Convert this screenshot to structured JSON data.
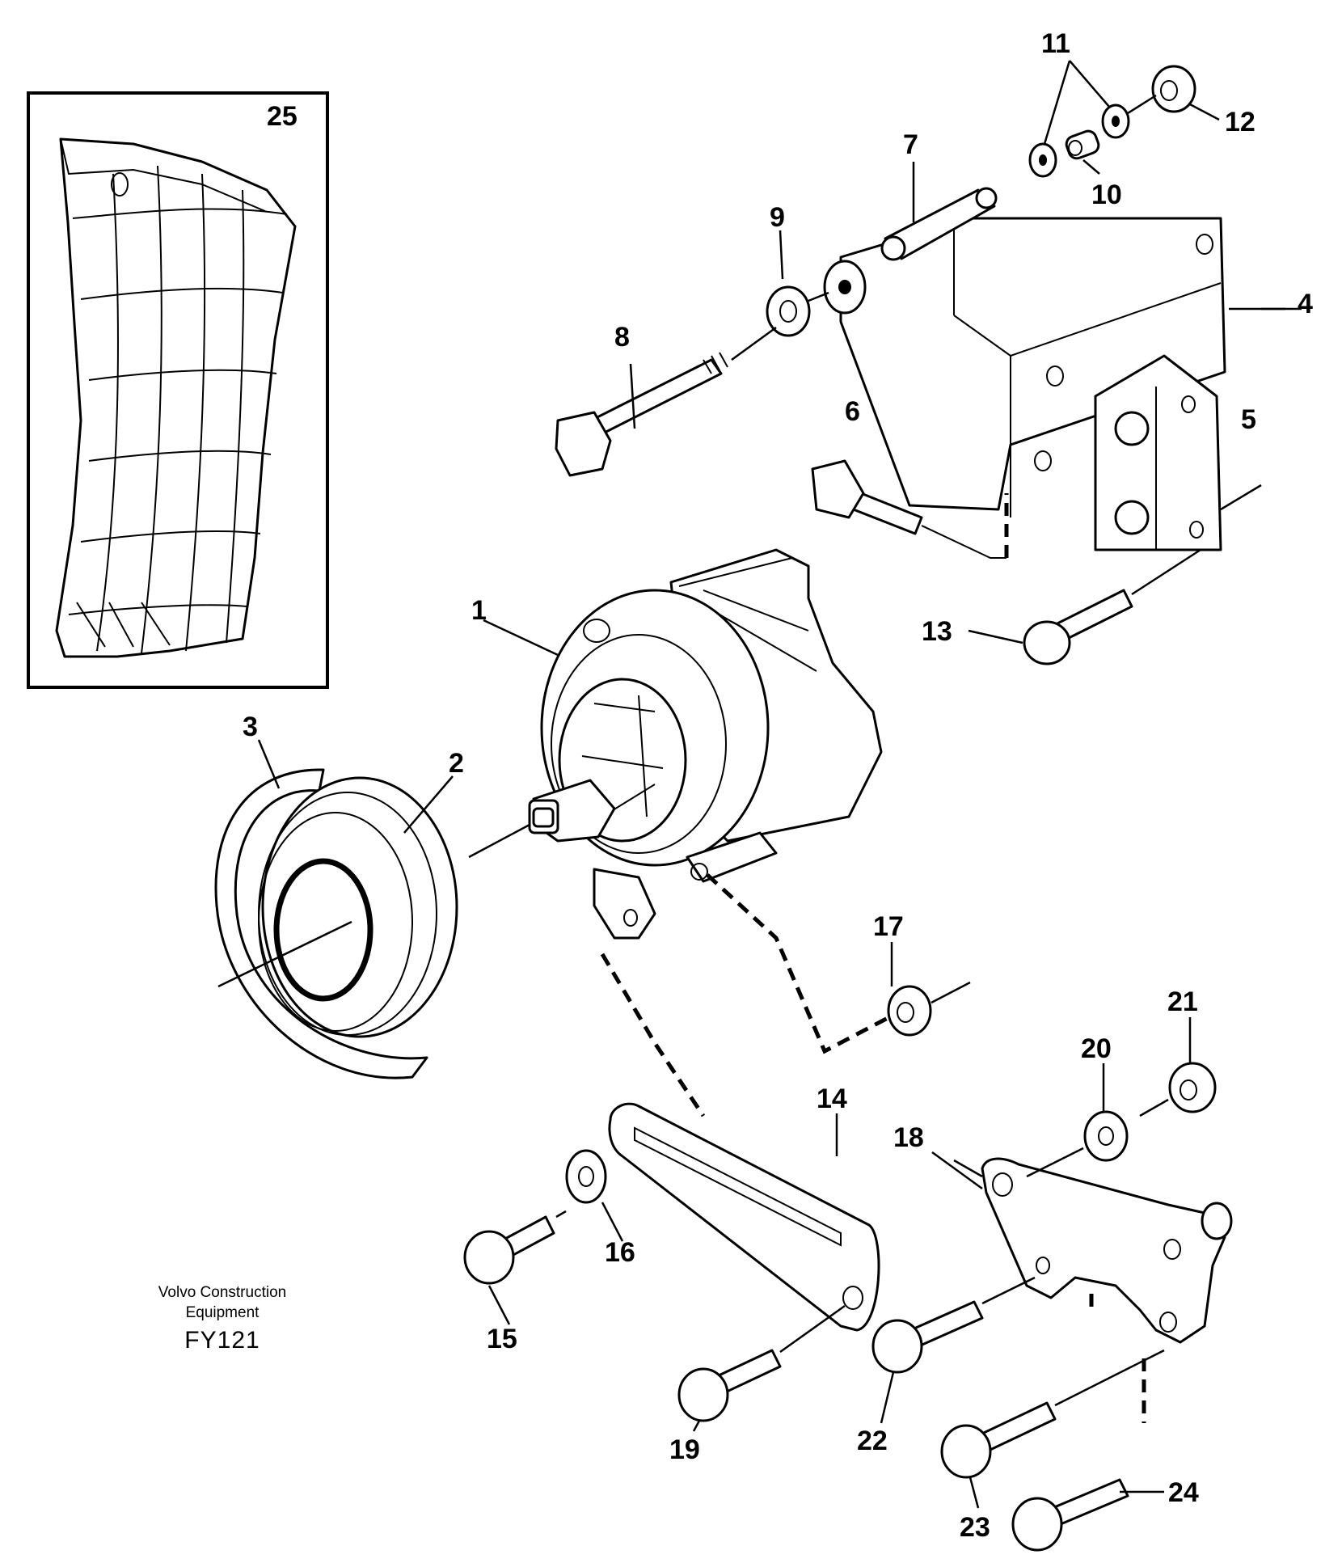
{
  "diagram": {
    "callouts": {
      "c1": "1",
      "c2": "2",
      "c3": "3",
      "c4": "4",
      "c5": "5",
      "c6": "6",
      "c7": "7",
      "c8": "8",
      "c9": "9",
      "c10": "10",
      "c11": "11",
      "c12": "12",
      "c13": "13",
      "c14": "14",
      "c15": "15",
      "c16": "16",
      "c17": "17",
      "c18": "18",
      "c19": "19",
      "c20": "20",
      "c21": "21",
      "c22": "22",
      "c23": "23",
      "c24": "24",
      "c25": "25"
    },
    "caption": {
      "line1": "Volvo Construction",
      "line2": "Equipment",
      "code": "FY121"
    }
  }
}
